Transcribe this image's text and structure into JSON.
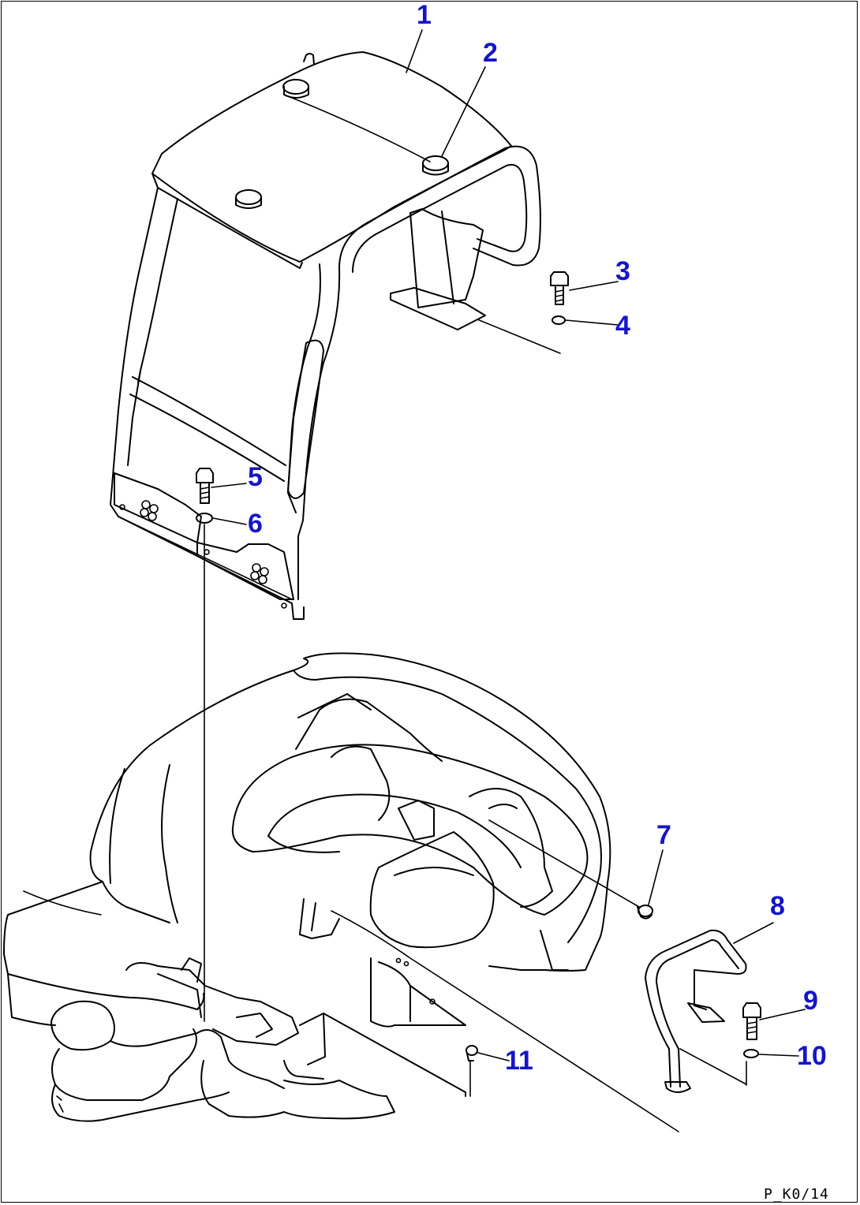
{
  "diagram": {
    "callouts": [
      {
        "id": "callout-1",
        "number": "1"
      },
      {
        "id": "callout-2",
        "number": "2"
      },
      {
        "id": "callout-3",
        "number": "3"
      },
      {
        "id": "callout-4",
        "number": "4"
      },
      {
        "id": "callout-5",
        "number": "5"
      },
      {
        "id": "callout-6",
        "number": "6"
      },
      {
        "id": "callout-7",
        "number": "7"
      },
      {
        "id": "callout-8",
        "number": "8"
      },
      {
        "id": "callout-9",
        "number": "9"
      },
      {
        "id": "callout-10",
        "number": "10"
      },
      {
        "id": "callout-11",
        "number": "11"
      }
    ],
    "reference_code": "P_K0/14",
    "colors": {
      "callout_text": "#1515c8",
      "line_art": "#000000",
      "background": "#ffffff"
    }
  }
}
